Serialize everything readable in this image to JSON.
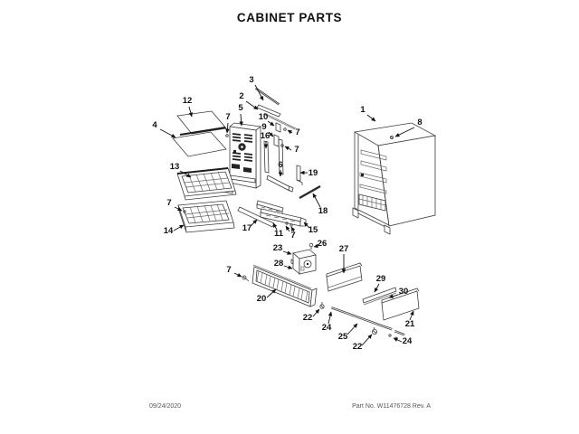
{
  "title": "CABINET PARTS",
  "footer": {
    "date": "09/24/2020",
    "part_info": "Part No. W11476728  Rev. A"
  },
  "callouts": [
    {
      "text": "3"
    },
    {
      "text": "2"
    },
    {
      "text": "5"
    },
    {
      "text": "12"
    },
    {
      "text": "4"
    },
    {
      "text": "7"
    },
    {
      "text": "10"
    },
    {
      "text": "9"
    },
    {
      "text": "16"
    },
    {
      "text": "7"
    },
    {
      "text": "7"
    },
    {
      "text": "1"
    },
    {
      "text": "8"
    },
    {
      "text": "13"
    },
    {
      "text": "6"
    },
    {
      "text": "19"
    },
    {
      "text": "18"
    },
    {
      "text": "7"
    },
    {
      "text": "14"
    },
    {
      "text": "17"
    },
    {
      "text": "11"
    },
    {
      "text": "7"
    },
    {
      "text": "15"
    },
    {
      "text": "23"
    },
    {
      "text": "26"
    },
    {
      "text": "27"
    },
    {
      "text": "28"
    },
    {
      "text": "7"
    },
    {
      "text": "20"
    },
    {
      "text": "29"
    },
    {
      "text": "30"
    },
    {
      "text": "22"
    },
    {
      "text": "24"
    },
    {
      "text": "25"
    },
    {
      "text": "21"
    },
    {
      "text": "22"
    },
    {
      "text": "24"
    }
  ]
}
